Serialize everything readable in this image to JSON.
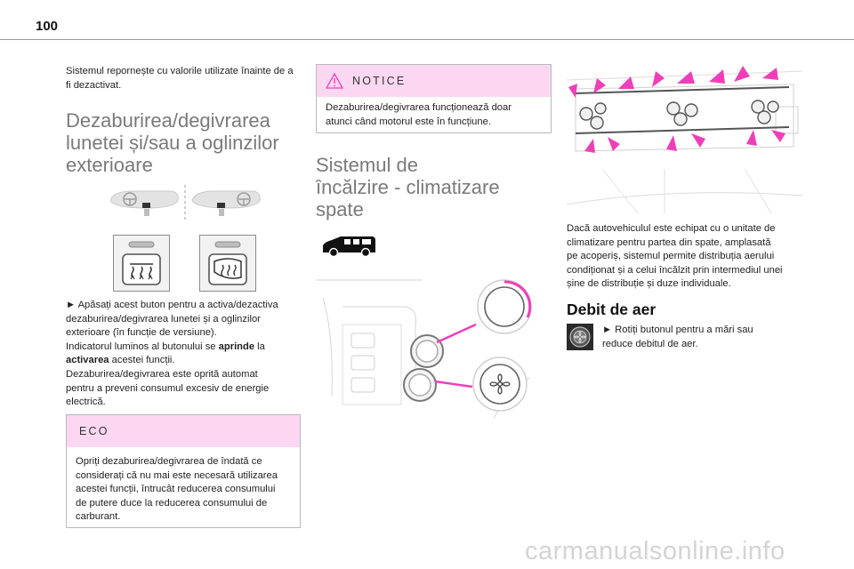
{
  "page": {
    "number": "100"
  },
  "col1": {
    "intro": "Sistemul repornește cu valorile utilizate înainte de a fi dezactivat.",
    "heading": [
      "Dezaburirea/degivrarea",
      "lunetei și/sau a oglinzilor",
      "exterioare"
    ],
    "para_lines": [
      "► Apăsați acest buton pentru a activa/dezactiva",
      "dezaburirea/degivrarea lunetei și a oglinzilor",
      "exterioare (în funcție de versiune)."
    ],
    "indicator_parts": [
      "Indicatorul luminos al butonului se ",
      "aprinde",
      " la",
      "activarea",
      " acestei funcții."
    ],
    "auto_stop_lines": [
      "Dezaburirea/degivrarea este oprită automat",
      "pentru a preveni consumul excesiv de energie",
      "electrică."
    ],
    "eco": {
      "title": "ECO",
      "lines": [
        "Opriți dezaburirea/degivrarea de îndată ce",
        "considerați că nu mai este necesară utilizarea",
        "acestei funcții, întrucât reducerea consumului",
        "de putere duce la reducerea consumului de",
        "carburant."
      ]
    }
  },
  "col2": {
    "notice": {
      "title": "NOTICE",
      "lines": [
        "Dezaburirea/degivrarea funcționează doar",
        "atunci când motorul este în funcțiune."
      ]
    },
    "heading": [
      "Sistemul de",
      "încălzire - climatizare",
      "spate"
    ]
  },
  "col3": {
    "desc_lines": [
      "Dacă autovehiculul este echipat cu o unitate de",
      "climatizare pentru partea din spate, amplasată",
      "pe acoperiș, sistemul permite distribuția aerului",
      "condiționat și a celui încălzit prin intermediul unei",
      "șine de distribuție și duze individuale."
    ],
    "heading": "Debit de aer",
    "airflow_lines": [
      "► Rotiți butonul pentru a mări sau",
      "reduce debitul de aer."
    ]
  },
  "footer": {
    "watermark": "carmanualsonline.info"
  },
  "colors": {
    "accent_magenta": "#ef3fb8",
    "box_header_pink": "#fbd7f2",
    "heading_grey": "#7a7a7a"
  },
  "icons": [
    "rear-defrost-icon",
    "mirror-defrost-icon",
    "warning-triangle-icon",
    "fan-icon",
    "van-silhouette-icon",
    "airflow-knob-icon"
  ]
}
